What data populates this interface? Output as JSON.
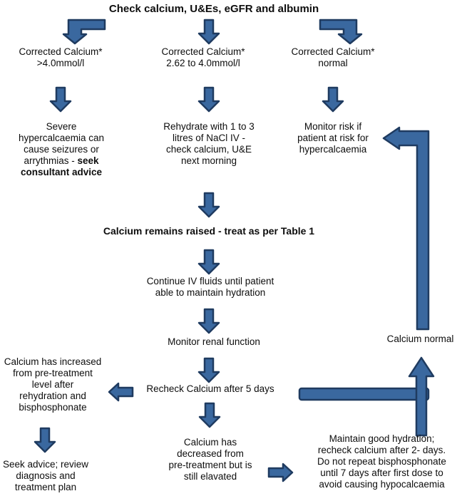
{
  "colors": {
    "arrow_fill": "#3A689F",
    "arrow_stroke": "#1F3B60",
    "text": "#0D0D0D",
    "background": "#FFFFFF"
  },
  "title": "Check calcium, U&Es, eGFR and albumin",
  "nodes": {
    "corrected_high": "Corrected Calcium*\n>4.0mmol/l",
    "corrected_mid": "Corrected Calcium*\n2.62 to 4.0mmol/l",
    "corrected_normal": "Corrected Calcium*\nnormal",
    "severe_plain": "Severe\nhypercalcaemia can\ncause seizures or\narrythmias - ",
    "severe_bold": "seek\nconsultant advice",
    "rehydrate": "Rehydrate with 1 to 3\nlitres of NaCl IV -\ncheck calcium, U&E\nnext morning",
    "monitor_risk": "Monitor risk if\npatient at risk for\nhypercalcaemia",
    "remains_raised": "Calcium remains raised - treat as per Table 1",
    "continue_iv": "Continue IV fluids until patient\nable to maintain hydration",
    "monitor_renal": "Monitor renal function",
    "recheck": "Recheck Calcium after 5 days",
    "calcium_normal": "Calcium normal",
    "increased": "Calcium has increased\nfrom pre-treatment\nlevel after\nrehydration and\nbisphosphonate",
    "seek_advice": "Seek advice; review\ndiagnosis and\ntreatment plan",
    "decreased": "Calcium has\ndecreased from\npre-treatment but is\nstill elavated",
    "maintain": "Maintain good hydration;\nrecheck calcium after 2- days.\nDo not repeat bisphosphonate\nuntil 7 days after first dose to\navoid causing hypocalcaemia"
  },
  "connectors": [
    {
      "type": "elbow-arrow-down-left",
      "from": "title",
      "to": "corrected_high"
    },
    {
      "type": "down-arrow",
      "from": "title",
      "to": "corrected_mid"
    },
    {
      "type": "elbow-arrow-down-right",
      "from": "title",
      "to": "corrected_normal"
    },
    {
      "type": "down-arrow",
      "from": "corrected_high",
      "to": "severe"
    },
    {
      "type": "down-arrow",
      "from": "corrected_mid",
      "to": "rehydrate"
    },
    {
      "type": "down-arrow",
      "from": "corrected_normal",
      "to": "monitor_risk"
    },
    {
      "type": "down-arrow",
      "from": "rehydrate",
      "to": "remains_raised"
    },
    {
      "type": "down-arrow",
      "from": "remains_raised",
      "to": "continue_iv"
    },
    {
      "type": "down-arrow",
      "from": "continue_iv",
      "to": "monitor_renal"
    },
    {
      "type": "down-arrow",
      "from": "monitor_renal",
      "to": "recheck"
    },
    {
      "type": "left-arrow",
      "from": "recheck",
      "to": "increased"
    },
    {
      "type": "horizontal-bar",
      "from": "recheck",
      "to": "up-arrow-junction"
    },
    {
      "type": "up-arrow",
      "from": "maintain",
      "to": "calcium_normal"
    },
    {
      "type": "feedback-elbow-up-left-arrow",
      "from": "calcium_normal",
      "to": "monitor_risk"
    },
    {
      "type": "down-arrow",
      "from": "increased",
      "to": "seek_advice"
    },
    {
      "type": "down-arrow",
      "from": "recheck",
      "to": "decreased"
    },
    {
      "type": "right-arrow",
      "from": "decreased",
      "to": "maintain"
    }
  ]
}
